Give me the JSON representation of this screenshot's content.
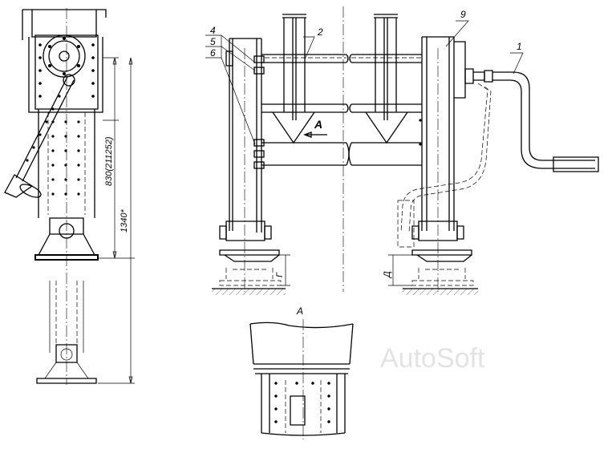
{
  "drawing": {
    "dimensions": {
      "height_total": "1340*",
      "height_mid": "830(211252)",
      "dim_g": "Г",
      "dim_d": "Д"
    },
    "callouts": {
      "c1": "1",
      "c2": "2",
      "c4": "4",
      "c5": "5",
      "c6": "6",
      "c9": "9"
    },
    "view": {
      "arrow_label": "A",
      "section_title": "A"
    },
    "watermark": "AutoSoft"
  }
}
